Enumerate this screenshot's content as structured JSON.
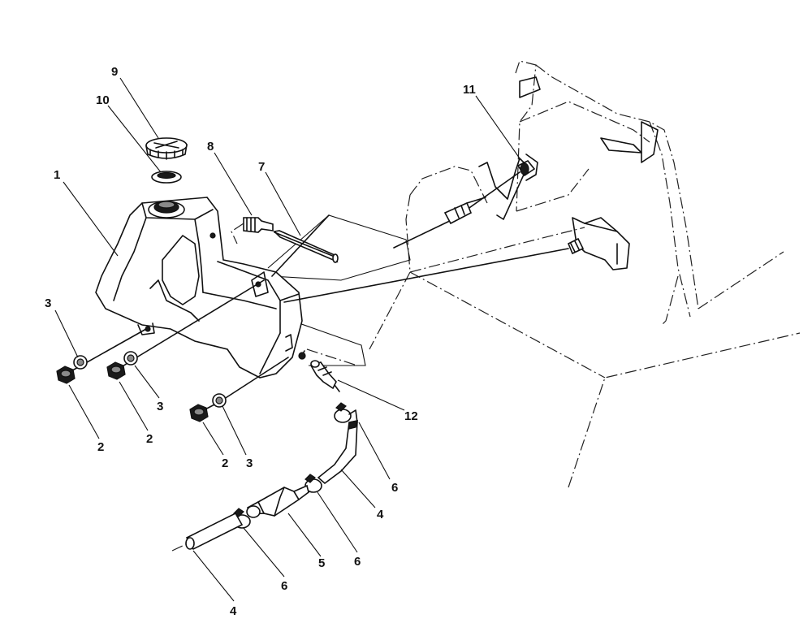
{
  "callouts": [
    {
      "id": "c1",
      "text": "1"
    },
    {
      "id": "c2a",
      "text": "2"
    },
    {
      "id": "c2b",
      "text": "2"
    },
    {
      "id": "c2c",
      "text": "2"
    },
    {
      "id": "c3a",
      "text": "3"
    },
    {
      "id": "c3b",
      "text": "3"
    },
    {
      "id": "c3c",
      "text": "3"
    },
    {
      "id": "c4a",
      "text": "4"
    },
    {
      "id": "c4b",
      "text": "4"
    },
    {
      "id": "c5",
      "text": "5"
    },
    {
      "id": "c6a",
      "text": "6"
    },
    {
      "id": "c6b",
      "text": "6"
    },
    {
      "id": "c6c",
      "text": "6"
    },
    {
      "id": "c7",
      "text": "7"
    },
    {
      "id": "c8",
      "text": "8"
    },
    {
      "id": "c9",
      "text": "9"
    },
    {
      "id": "c10",
      "text": "10"
    },
    {
      "id": "c11",
      "text": "11"
    },
    {
      "id": "c12",
      "text": "12"
    }
  ]
}
